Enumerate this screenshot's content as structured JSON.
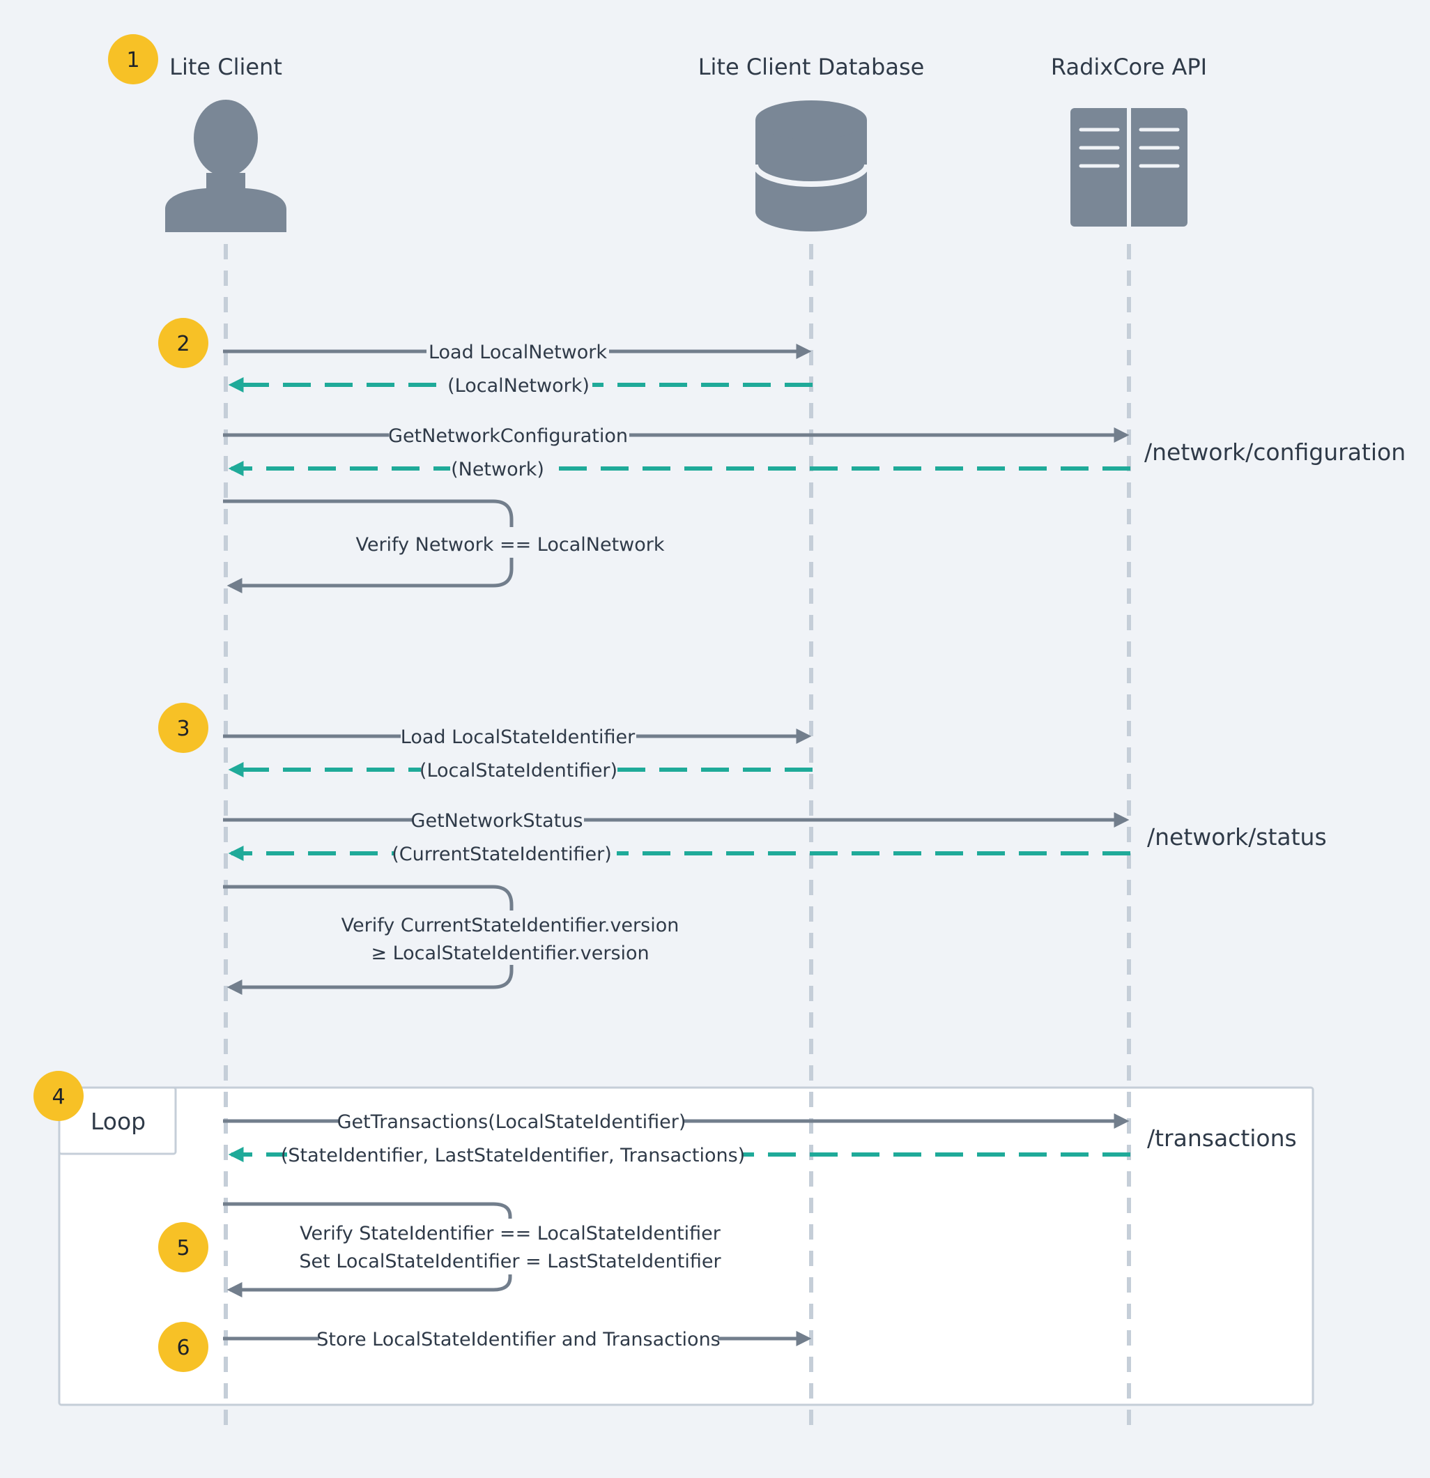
{
  "actors": {
    "lite_client": "Lite Client",
    "database": "Lite Client Database",
    "api": "RadixCore API"
  },
  "badges": [
    "1",
    "2",
    "3",
    "4",
    "5",
    "6"
  ],
  "messages": {
    "load_local_network": "Load LocalNetwork",
    "local_network_return": "(LocalNetwork)",
    "get_network_configuration": "GetNetworkConfiguration",
    "network_return": "(Network)",
    "verify_network": "Verify Network == LocalNetwork",
    "load_local_state_identifier": "Load LocalStateIdentifier",
    "local_state_identifier_return": "(LocalStateIdentifier)",
    "get_network_status": "GetNetworkStatus",
    "current_state_identifier_return": "(CurrentStateIdentifier)",
    "verify_version_line1": "Verify CurrentStateIdentifier.version",
    "verify_version_line2": "≥ LocalStateIdentifier.version",
    "get_transactions": "GetTransactions(LocalStateIdentifier)",
    "transactions_return": "(StateIdentifier, LastStateIdentifier, Transactions)",
    "verify_state_line1": "Verify StateIdentifier == LocalStateIdentifier",
    "verify_state_line2": "Set LocalStateIdentifier = LastStateIdentifier",
    "store": "Store LocalStateIdentifier and Transactions"
  },
  "endpoints": {
    "configuration": "/network/configuration",
    "status": "/network/status",
    "transactions": "/transactions"
  },
  "loop_label": "Loop",
  "colors": {
    "background": "#f0f3f7",
    "icon": "#7a8796",
    "arrow": "#727e8c",
    "return_arrow": "#1faa99",
    "lifeline": "#c5ced8",
    "badge": "#f7c126",
    "text": "#2f3a48"
  }
}
